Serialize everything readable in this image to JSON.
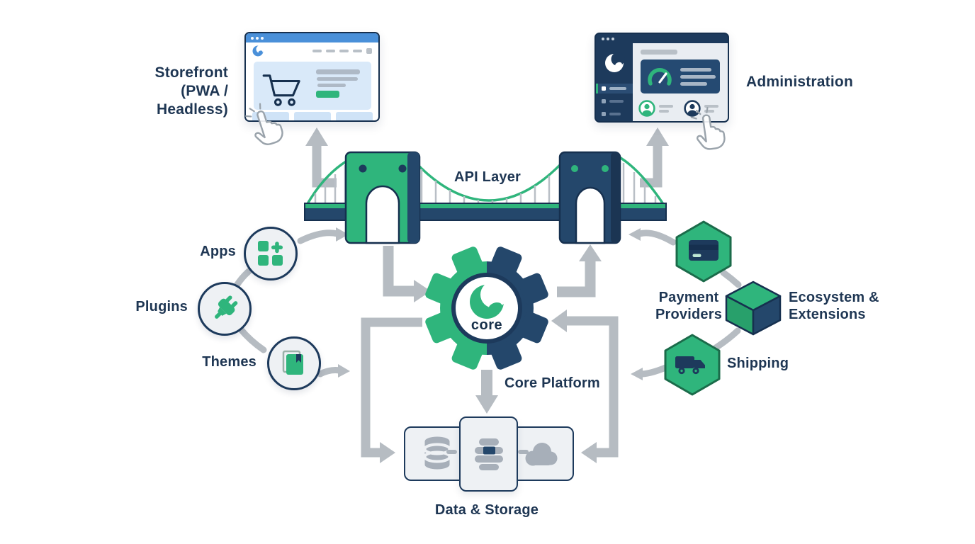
{
  "theme": {
    "green": "#2fb57c",
    "green_mid": "#28a06b",
    "green_dark": "#1b6b4a",
    "navy": "#24476b",
    "navy_dark": "#1d3a5c",
    "navy_deep": "#16304f",
    "ink": "#1e3653",
    "arrow": "#b6bcc2",
    "panel": "#eef1f4",
    "blue": "#4a90d9",
    "blue_light": "#d9e9f9",
    "blue_card": "#cfe3f7",
    "gray_icon": "#a7afb9",
    "gray_dash": "#b9c0c7",
    "admin_card": "#254a72"
  },
  "nodes": {
    "storefront": {
      "label": "Storefront",
      "sublabel": "(PWA / Headless)",
      "icon": "storefront-browser-window"
    },
    "administration": {
      "label": "Administration",
      "icon": "admin-browser-window"
    },
    "api_layer": {
      "label": "API Layer",
      "icon": "bridge-illustration"
    },
    "apps": {
      "label": "Apps",
      "icon": "apps-grid-icon"
    },
    "plugins": {
      "label": "Plugins",
      "icon": "plug-icon"
    },
    "themes": {
      "label": "Themes",
      "icon": "book-icon"
    },
    "core": {
      "label": "core",
      "icon": "shopware-swirl-icon"
    },
    "core_platform": {
      "label": "Core Platform"
    },
    "payment": {
      "label_line1": "Payment",
      "label_line2": "Providers",
      "icon": "credit-card-icon"
    },
    "ecosystem": {
      "label_line1": "Ecosystem &",
      "label_line2": "Extensions",
      "icon": "cube-icon"
    },
    "shipping": {
      "label": "Shipping",
      "icon": "truck-icon"
    },
    "data_storage": {
      "label": "Data & Storage",
      "icons": [
        "database-icon",
        "search-engine-icon",
        "cloud-icon"
      ]
    }
  }
}
